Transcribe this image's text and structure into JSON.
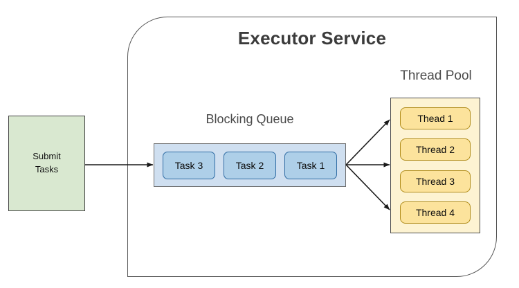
{
  "diagram": {
    "title": "Executor Service",
    "source_box": {
      "label": "Submit\nTasks"
    },
    "queue": {
      "title": "Blocking Queue",
      "tasks": [
        {
          "label": "Task 3"
        },
        {
          "label": "Task 2"
        },
        {
          "label": "Task 1"
        }
      ]
    },
    "thread_pool": {
      "title": "Thread Pool",
      "threads": [
        {
          "label": "Thead 1"
        },
        {
          "label": "Thread 2"
        },
        {
          "label": "Thread 3"
        },
        {
          "label": "Thread 4"
        }
      ]
    },
    "colors": {
      "source_fill": "#d9e8d0",
      "queue_fill": "#cfdff0",
      "task_fill": "#aecfe8",
      "task_border": "#2f6ca4",
      "pool_fill": "#fdf3d2",
      "thread_fill": "#fce39c",
      "thread_border": "#b08c1a",
      "outline": "#555555",
      "arrow": "#1a1a1a"
    }
  }
}
